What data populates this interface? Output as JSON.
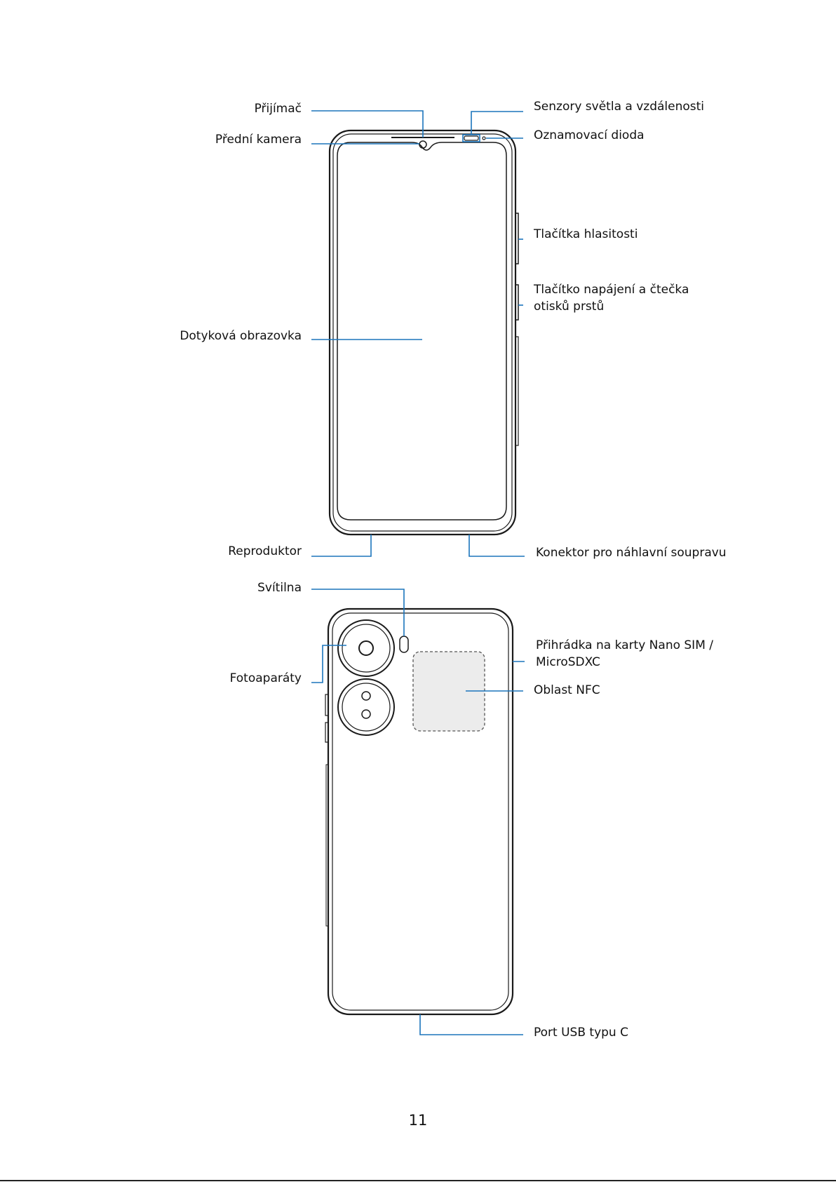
{
  "labels": {
    "receiver": "Přijímač",
    "front_camera": "Přední kamera",
    "touchscreen": "Dotyková obrazovka",
    "speaker": "Reproduktor",
    "flashlight": "Svítilna",
    "cameras": "Fotoaparáty",
    "light_proximity_sensors": "Senzory světla a vzdálenosti",
    "notification_led": "Oznamovací dioda",
    "volume_buttons": "Tlačítka hlasitosti",
    "power_button_line1": "Tlačítko napájení a čtečka",
    "power_button_line2": "otisků prstů",
    "headset_jack": "Konektor pro náhlavní soupravu",
    "sim_tray_line1": "Přihrádka na karty Nano SIM /",
    "sim_tray_line2": "MicroSDXC",
    "nfc_area": "Oblast NFC",
    "usb_port": "Port USB typu C"
  },
  "page_number": "11",
  "colors": {
    "leader_line": "#1b75bc",
    "outline": "#1a1a1a",
    "nfc_fill": "#ececec",
    "text": "#111111"
  }
}
